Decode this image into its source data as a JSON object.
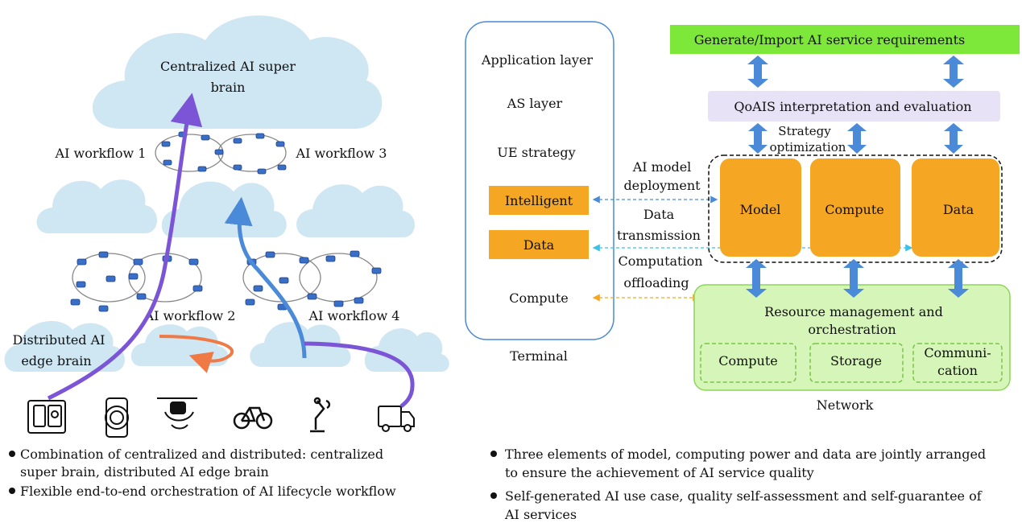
{
  "left": {
    "super_brain": [
      "Centralized AI super",
      "brain"
    ],
    "workflows": [
      "AI workflow 1",
      "AI workflow 2",
      "AI workflow 3",
      "AI workflow 4"
    ],
    "edge_brain": [
      "Distributed AI",
      "edge brain"
    ],
    "devices": [
      "tablet-icon",
      "watch-icon",
      "drone-icon",
      "bicycle-icon",
      "robot-arm-icon",
      "truck-icon"
    ],
    "bullets": [
      [
        "Combination of centralized and distributed: centralized",
        "super brain, distributed AI edge brain"
      ],
      [
        "Flexible end-to-end orchestration of AI lifecycle workflow"
      ]
    ]
  },
  "terminal": {
    "layers": [
      "Application layer",
      "AS layer",
      "UE strategy"
    ],
    "intelligent": "Intelligent",
    "data": "Data",
    "compute": "Compute",
    "caption": "Terminal"
  },
  "links": {
    "model_deploy": [
      "AI model",
      "deployment"
    ],
    "data_trans": [
      "Data",
      "transmission"
    ],
    "comp_offload": [
      "Computation",
      "offloading"
    ]
  },
  "network": {
    "requirements": "Generate/Import AI service requirements",
    "qoais": "QoAIS interpretation and evaluation",
    "strategy": [
      "Strategy",
      "optimization"
    ],
    "model": "Model",
    "compute": "Compute",
    "data": "Data",
    "resource": [
      "Resource management and",
      "orchestration"
    ],
    "res_compute": "Compute",
    "res_storage": "Storage",
    "res_comm": [
      "Communi-",
      "cation"
    ],
    "caption": "Network"
  },
  "right_bullets": [
    [
      "Three elements of model, computing power and data are jointly arranged",
      "to ensure the achievement of AI service quality"
    ],
    [
      "Self-generated AI use case, quality self-assessment and self-guarantee of",
      "AI services"
    ]
  ],
  "colors": {
    "cloud": "#cfe6f3",
    "purple": "#7b55d6",
    "blue": "#4a8ad8",
    "orange_arrow": "#f07a45",
    "orange_box": "#f5a623",
    "green_bar": "#7ee83a",
    "green_panel": "#d6f5b8",
    "lavender": "#e8e2f7",
    "double_arrow": "#4a8ad8"
  }
}
